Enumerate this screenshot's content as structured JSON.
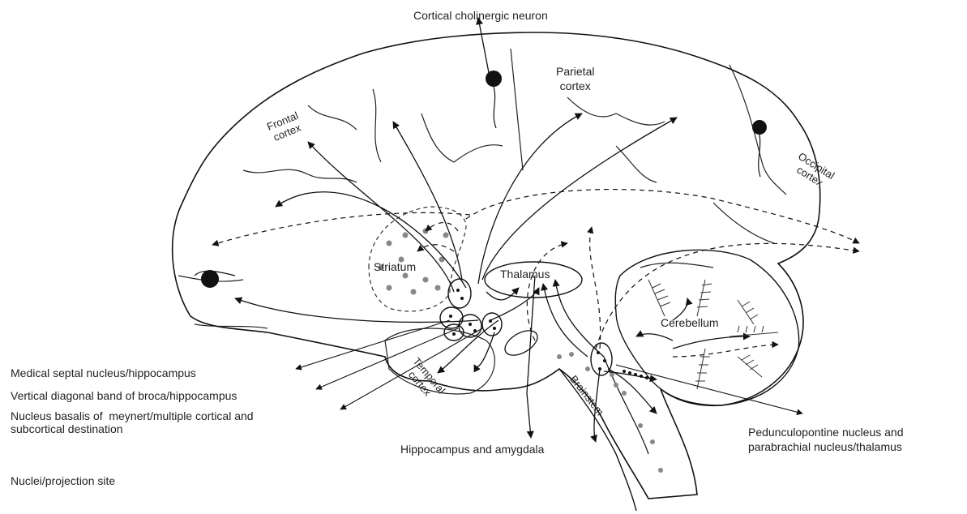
{
  "labels": {
    "cortical_neuron": "Cortical cholinergic neuron",
    "parietal": "Parietal\ncortex",
    "frontal": "Frontal\ncortex",
    "occipital": "Occipital\ncortex",
    "striatum": "Striatum",
    "thalamus": "Thalamus",
    "cerebellum": "Cerebellum",
    "temporal": "Temporal\ncortex",
    "brainstem": "Brainstem",
    "hippocampus_amygdala": "Hippocampus and amygdala",
    "pedunculopontine": "Pedunculopontine nucleus and\nparabrachial nucleus/thalamus"
  },
  "legend": {
    "items": [
      "Medical septal nucleus/hippocampus",
      "Vertical diagonal band of broca/hippocampus",
      "Nucleus basalis of  meynert/multiple cortical and\nsubcortical destination"
    ],
    "footer": "Nuclei/projection site"
  }
}
